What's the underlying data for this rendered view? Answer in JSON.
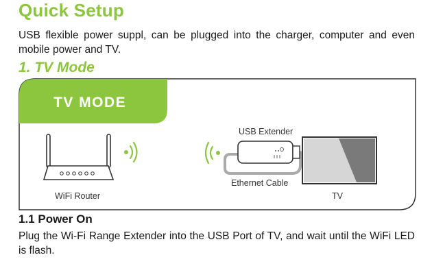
{
  "header": {
    "title": "Quick Setup"
  },
  "intro": {
    "text": "USB flexible power suppl, can be plugged into the charger, computer and even mobile power and TV."
  },
  "section_1": {
    "heading": "1. TV Mode"
  },
  "diagram": {
    "banner": "TV MODE",
    "router_label": "WiFi Router",
    "extender_label": "USB Extender",
    "cable_label": "Ethernet Cable",
    "tv_label": "TV",
    "colors": {
      "accent": "#8cc63f",
      "border": "#333333"
    }
  },
  "section_1_1": {
    "heading": "1.1 Power On",
    "text": "Plug the Wi-Fi Range Extender into the USB Port of TV, and wait until the WiFi LED is flash."
  }
}
